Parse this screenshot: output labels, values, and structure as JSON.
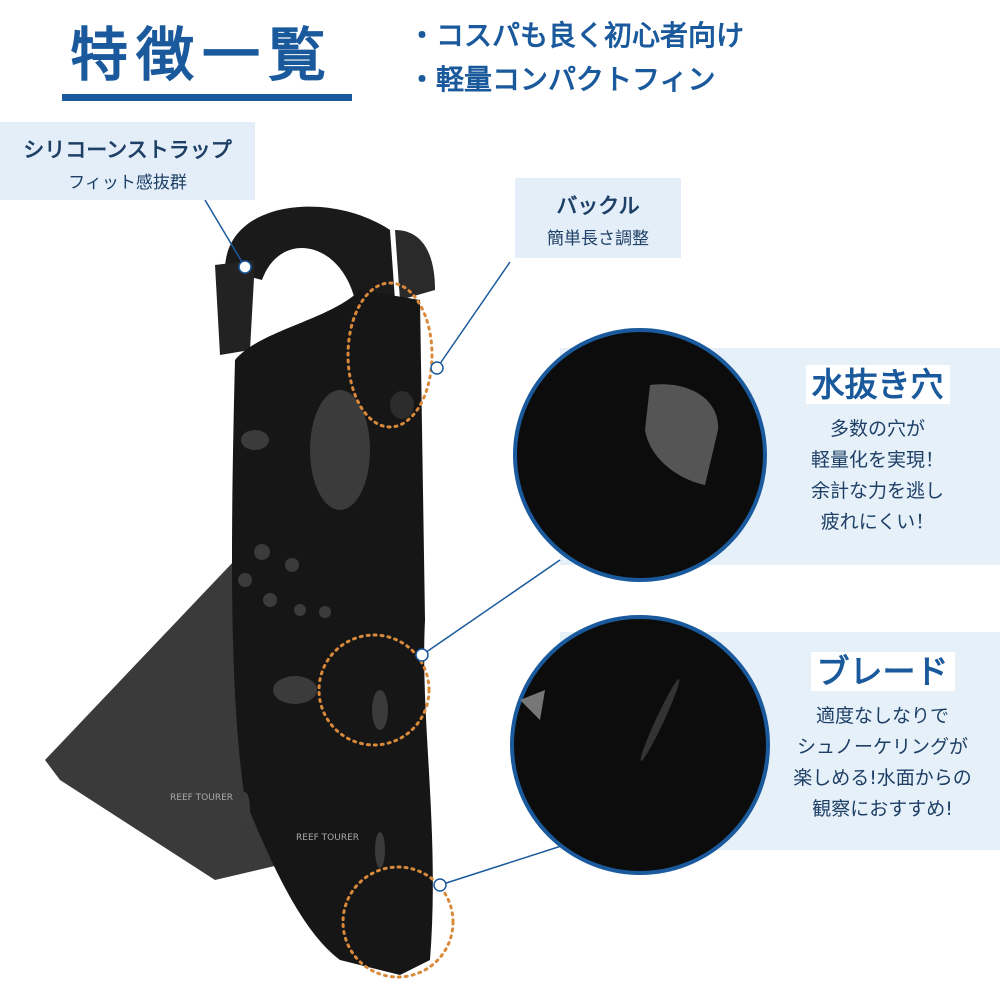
{
  "header": {
    "title": "特徴一覧",
    "bullets": [
      "・コスパも良く初心者向け",
      "・軽量コンパクトフィン"
    ]
  },
  "callouts": [
    {
      "title": "シリコーンストラップ",
      "subtitle": "フィット感抜群"
    },
    {
      "title": "バックル",
      "subtitle": "簡単長さ調整"
    }
  ],
  "panels": [
    {
      "title": "水抜き穴",
      "lines": [
        "多数の穴が",
        "軽量化を実現！",
        "余計な力を逃し",
        "疲れにくい！"
      ]
    },
    {
      "title": "ブレード",
      "lines": [
        "適度なしなりで",
        "シュノーケリングが",
        "楽しめる!水面からの",
        "観察におすすめ!"
      ]
    }
  ],
  "logo_text": "REEF TOURER",
  "colors": {
    "accent": "#1a5a9c",
    "panel_bg": "#e6f0f9",
    "dotted_highlight": "#d9893a",
    "product": "#141414"
  }
}
